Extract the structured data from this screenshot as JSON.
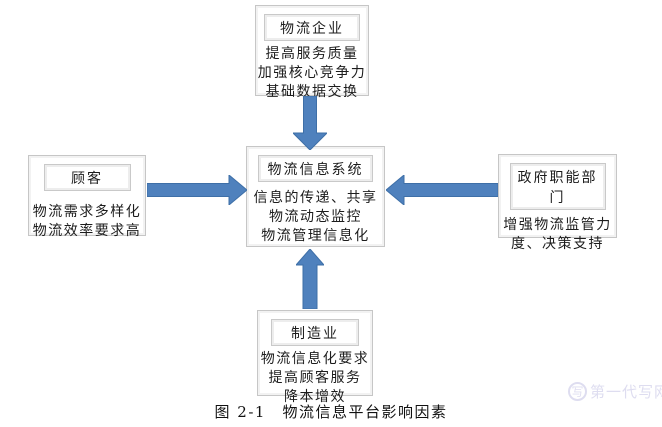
{
  "diagram": {
    "nodes": {
      "top": {
        "title": "物流企业",
        "lines": [
          "提高服务质量",
          "加强核心竞争力",
          "基础数据交换"
        ]
      },
      "left": {
        "title": "顾客",
        "lines": [
          "物流需求多样化",
          "物流效率要求高"
        ]
      },
      "center": {
        "title": "物流信息系统",
        "lines": [
          "信息的传递、共享",
          "物流动态监控",
          "物流管理信息化"
        ]
      },
      "right": {
        "title": "政府职能部门",
        "lines": [
          "增强物流监管力",
          "度、决策支持"
        ]
      },
      "bottom": {
        "title": "制造业",
        "lines": [
          "物流信息化要求",
          "提高顾客服务",
          "降本增效"
        ]
      }
    },
    "arrow_color": "#4f81bd",
    "arrow_edge_color": "#3e6fa7",
    "caption": "图 2-1　物流信息平台影响因素",
    "watermark": {
      "logo_char": "写",
      "text": "第一代写网"
    }
  }
}
